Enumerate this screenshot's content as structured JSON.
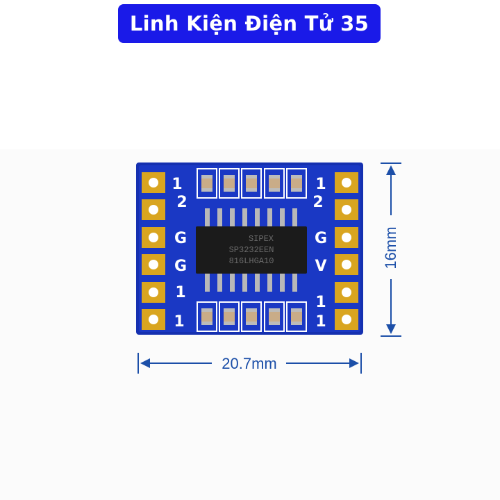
{
  "banner": {
    "text": "Linh Kiện Điện Tử 35",
    "color": "#1a1ae8"
  },
  "dimensions": {
    "height_label": "16mm",
    "width_label": "20.7mm",
    "color": "#1c4fa8"
  },
  "chip": {
    "lines": [
      "SIPEX",
      "SP3232EEN",
      "816LHGA10"
    ]
  },
  "silkscreen": {
    "left": [
      "1",
      "2",
      "G",
      "G",
      "1",
      "1"
    ],
    "right": [
      "1",
      "2",
      "G",
      "V",
      "1",
      "1"
    ]
  },
  "colors": {
    "pcb": "#1530b0",
    "pad": "#d9a520",
    "chip": "#1b1b1b"
  }
}
